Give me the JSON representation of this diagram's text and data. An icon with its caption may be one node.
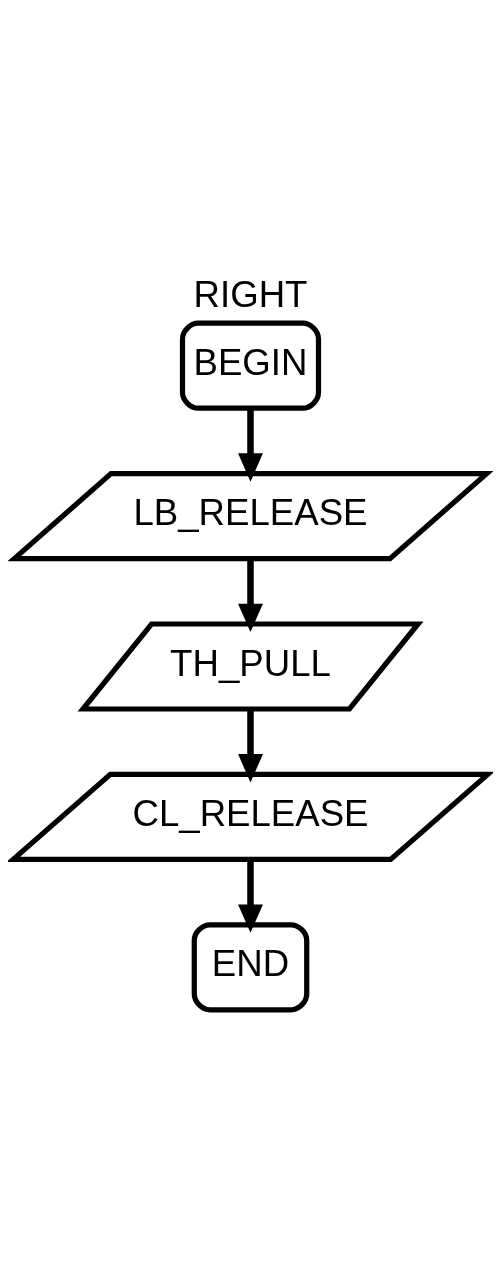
{
  "diagram": {
    "title": "RIGHT",
    "nodes": [
      {
        "text": [
          "BEGIN"
        ]
      },
      {
        "text": [
          "LB_RELEASE"
        ]
      },
      {
        "text": [
          "TH_PULL"
        ]
      },
      {
        "text": [
          "CL_RELEASE"
        ]
      },
      {
        "text": [
          "END"
        ]
      }
    ],
    "edges": [
      {
        "from": 0,
        "to": 1,
        "arrow": "to"
      },
      {
        "from": 1,
        "to": 2,
        "arrow": "to"
      },
      {
        "from": 2,
        "to": 3,
        "arrow": "to"
      },
      {
        "from": 3,
        "to": 4,
        "arrow": "to"
      }
    ]
  }
}
